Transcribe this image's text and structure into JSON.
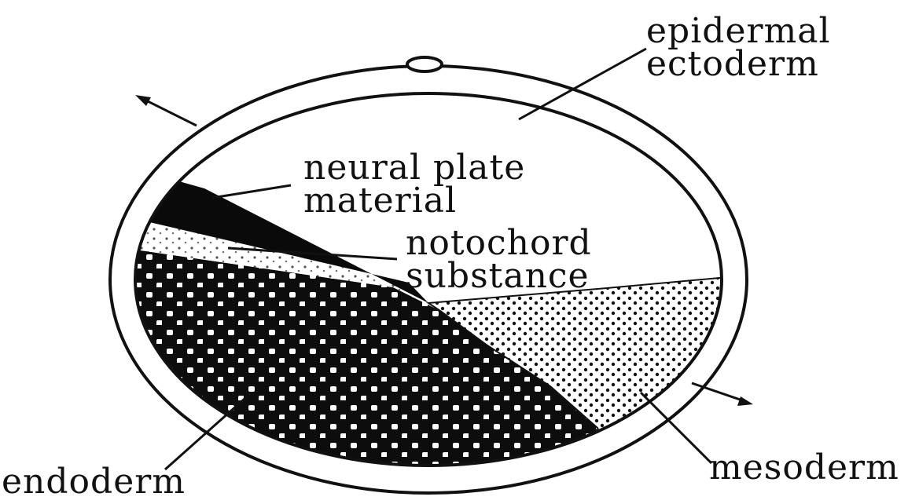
{
  "labels": {
    "epidermal_line1": "epidermal",
    "epidermal_line2": "ectoderm",
    "neural_line1": "neural plate",
    "neural_line2": "material",
    "notochord_line1": "notochord",
    "notochord_line2": "substance",
    "mesoderm": "mesoderm",
    "endoderm": "endoderm"
  },
  "colors": {
    "ink": "#111111",
    "background": "#ffffff",
    "endoderm_fill": "#0d0d0d",
    "mesoderm_fill": "#ffffff"
  }
}
